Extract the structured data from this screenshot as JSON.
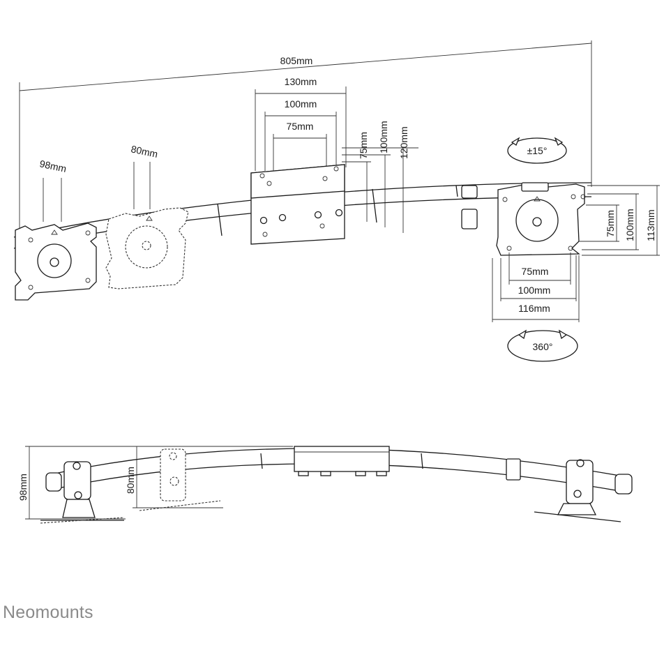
{
  "brand": "Neomounts",
  "front_view": {
    "overall_width": "805mm",
    "plate_width_outer": "130mm",
    "plate_width_mid": "100mm",
    "plate_width_inner": "75mm",
    "plate_height_inner": "75mm",
    "plate_height_mid": "100mm",
    "plate_height_outer": "120mm",
    "left_drop": "98mm",
    "second_drop": "80mm",
    "tilt": "±15°",
    "rotation": "360°",
    "vesa_w1": "75mm",
    "vesa_w2": "100mm",
    "vesa_w3": "116mm",
    "vesa_h1": "75mm",
    "vesa_h2": "100mm",
    "vesa_h3": "113mm"
  },
  "side_view": {
    "left_drop": "98mm",
    "second_drop": "80mm"
  }
}
